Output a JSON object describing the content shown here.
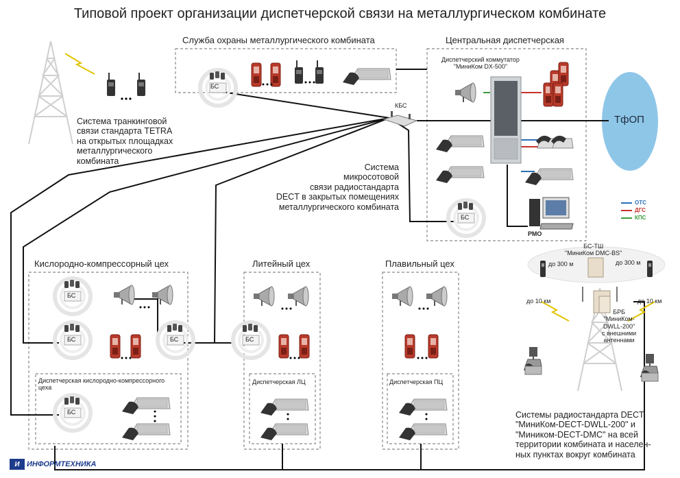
{
  "title": "Типовой проект организации диспетчерской связи на металлургическом комбинате",
  "sections": {
    "security": "Служба охраны металлургического комбината",
    "central": "Центральная диспетчерская",
    "switch": "Диспетчерский коммутатор\n\"МиниКом DX-500\"",
    "kbs": "КБС",
    "tfop": "ТфОП",
    "rmo": "РМО",
    "oxygen": "Кислородно-компрессорный цех",
    "foundry": "Литейный цех",
    "melting": "Плавильный цех",
    "oxygen_disp": "Диспетчерская кислородно-компрессорного\nцеха",
    "foundry_disp": "Диспетчерская ЛЦ",
    "melting_disp": "Диспетчерская ПЦ"
  },
  "texts": {
    "tetra": "Система транкинговой\nсвязи стандарта TETRA\nна открытых площадках\nметаллургического\nкомбината",
    "dect": "Система\nмикросотовой\nсвязи радиостандарта\nDECT в закрытых помещениях\nметаллургического  комбината",
    "dect_wide": "Системы радиостандарта DECT:\n\"МиниКом-DECT-DWLL-200\"  и\n\"Миником-DECT-DMC\" на всей\nтерритории комбината и населен-\nных пунктах вокруг комбината"
  },
  "bs_label": "БС",
  "legend": [
    {
      "label": "ОТС",
      "color": "#2a6fb5"
    },
    {
      "label": "ДГС",
      "color": "#c8322d"
    },
    {
      "label": "КПС",
      "color": "#3a9a3a"
    }
  ],
  "right": {
    "bsts": "БС-ТШ\n\"МиниКом DMC-BS\"",
    "dist300a": "до 300 м",
    "dist300b": "до 300 м",
    "dist10a": "до 10 км",
    "dist10b": "до 10 км",
    "brb": "БРБ\n\"МиниКом-\nDWLL-200\"\nс внешними\nантеннами"
  },
  "logo": {
    "mark": "И",
    "name": "ИНФОРМТЕХНИКА"
  },
  "colors": {
    "line": "#111111",
    "cloud": "#8ec6e8",
    "dash": "#888888",
    "radio": "#c0392b",
    "rack": "#cfd3d6"
  },
  "icons": [
    "tower-icon",
    "radio-icon",
    "phone-icon",
    "speaker-icon",
    "intercom-icon",
    "computer-icon",
    "base-station-icon",
    "lightning-icon",
    "cordless-phone-icon"
  ]
}
